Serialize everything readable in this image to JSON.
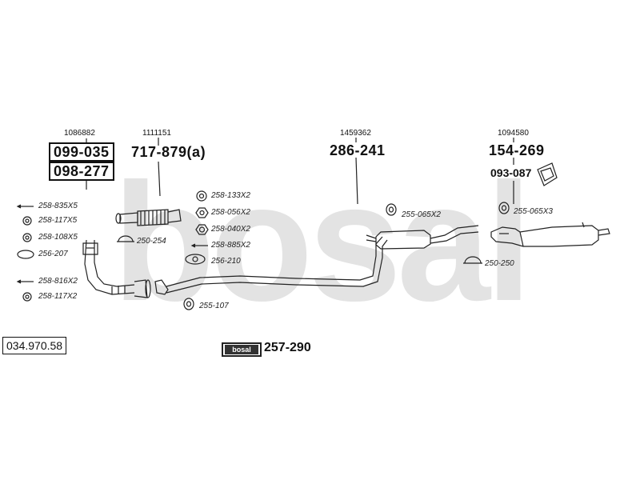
{
  "watermark": "bosal",
  "diagram_number": "034.970.58",
  "logo_badge": "bosal",
  "kit_number": "257-290",
  "groups": [
    {
      "ref": "1086882",
      "codes": [
        "099-035",
        "098-277"
      ]
    },
    {
      "ref": "1111151",
      "codes": [
        "717-879(a)"
      ]
    },
    {
      "ref": "1459362",
      "codes": [
        "286-241"
      ]
    },
    {
      "ref": "1094580",
      "codes": [
        "154-269"
      ]
    }
  ],
  "heat_shield_code": "093-087",
  "part_labels": {
    "p1": "258-835X5",
    "p2": "258-117X5",
    "p3": "258-108X5",
    "p4": "256-207",
    "p5": "258-816X2",
    "p6": "258-117X2",
    "p7": "258-133X2",
    "p8": "258-056X2",
    "p9": "258-040X2",
    "p10": "258-885X2",
    "p11": "256-210",
    "p12": "250-254",
    "p13": "255-107",
    "p14": "255-065X2",
    "p15": "255-065X3",
    "p16": "250-250"
  },
  "colors": {
    "line": "#222222",
    "watermark": "#dcdcdc",
    "badge": "#333333"
  }
}
